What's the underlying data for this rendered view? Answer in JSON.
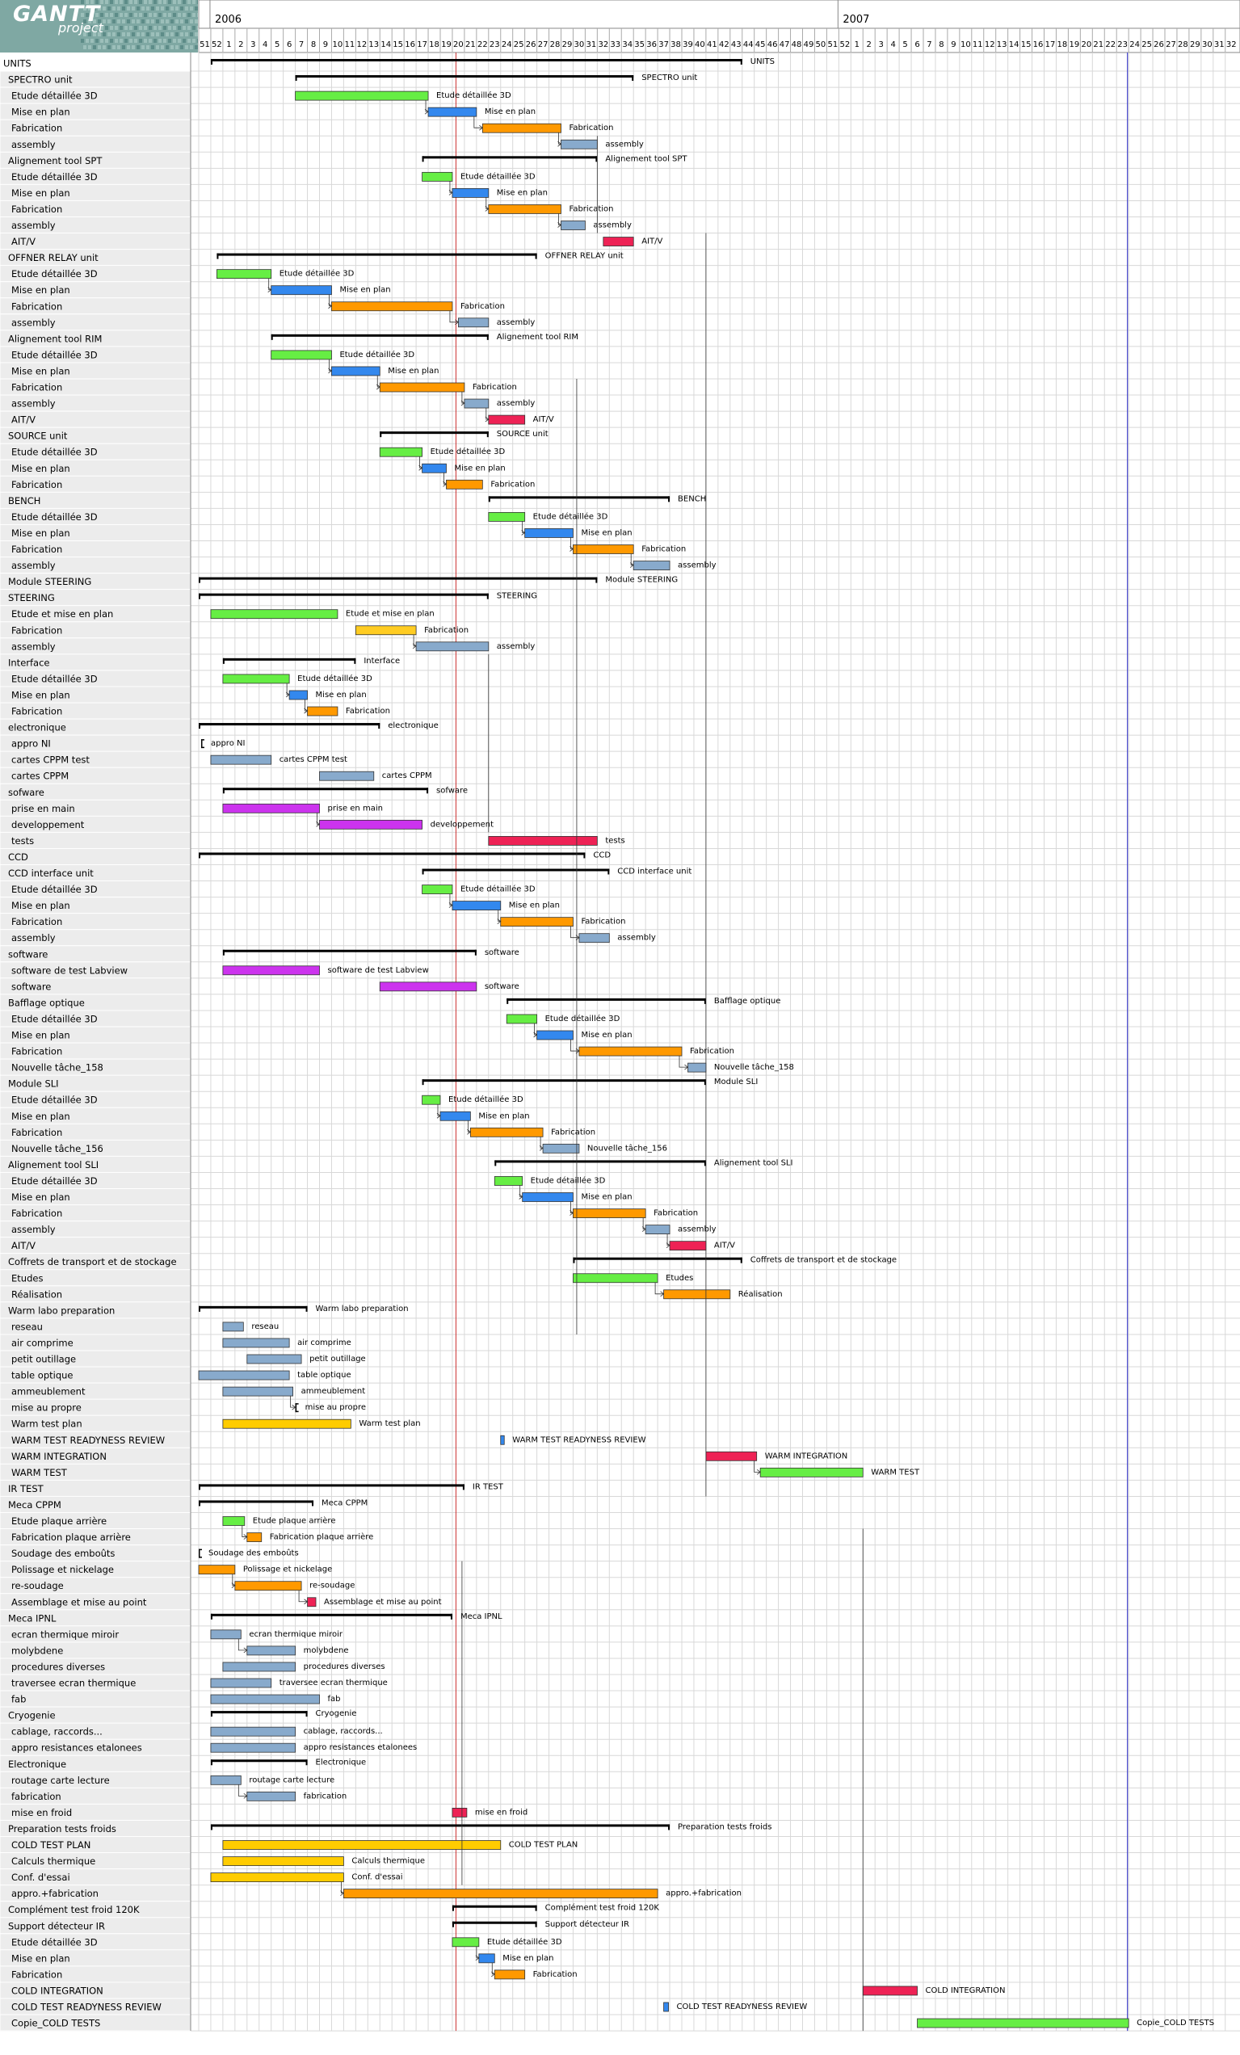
{
  "app": {
    "logo_text": "GANTT",
    "logo_sub": "project"
  },
  "timeline": {
    "years": [
      {
        "label": "2006",
        "week": 1
      },
      {
        "label": "2007",
        "week": 53
      }
    ],
    "week_labels": [
      "51",
      "52",
      "1",
      "2",
      "3",
      "4",
      "5",
      "6",
      "7",
      "8",
      "9",
      "10",
      "11",
      "12",
      "13",
      "14",
      "15",
      "16",
      "17",
      "18",
      "19",
      "20",
      "21",
      "22",
      "23",
      "24",
      "25",
      "26",
      "27",
      "28",
      "29",
      "30",
      "31",
      "32",
      "33",
      "34",
      "35",
      "36",
      "37",
      "38",
      "39",
      "40",
      "41",
      "42",
      "43",
      "44",
      "45",
      "46",
      "47",
      "48",
      "49",
      "50",
      "51",
      "52",
      "1",
      "2",
      "3",
      "4",
      "5",
      "6",
      "7",
      "8",
      "9",
      "10",
      "11",
      "12",
      "13",
      "14",
      "15",
      "16",
      "17",
      "18",
      "19",
      "20",
      "21",
      "22",
      "23",
      "24",
      "25",
      "26",
      "27",
      "28",
      "29",
      "30",
      "31",
      "32"
    ],
    "today_week": 21.3,
    "milestone_week": 76.9
  },
  "colors": {
    "etude": "#66ee44",
    "plan": "#3388ee",
    "fab": "#ff9900",
    "assembly": "#88aacc",
    "aitv": "#ee2255",
    "steering_fab": "#ffcc22",
    "software": "#cc33ee",
    "plan_test": "#ffcc00",
    "summary": "#000000",
    "gridline": "#d8d8d8",
    "today_line": "#cc3333",
    "milestone_line": "#4444cc",
    "selected_row": "#ffffff",
    "row_bg": "#ececec"
  },
  "rows": [
    {
      "label": "UNITS",
      "bar_label": "UNITS",
      "type": "summary",
      "start": 1,
      "end": 45
    },
    {
      "label": "SPECTRO unit",
      "bar_label": "SPECTRO unit",
      "type": "summary",
      "start": 8,
      "end": 36
    },
    {
      "label": "Etude détaillée 3D",
      "bar_label": "Etude détaillée 3D",
      "type": "etude",
      "start": 8,
      "end": 19
    },
    {
      "label": "Mise en plan",
      "bar_label": "Mise en plan",
      "type": "plan",
      "start": 19,
      "end": 23
    },
    {
      "label": "Fabrication",
      "bar_label": "Fabrication",
      "type": "fab",
      "start": 23.5,
      "end": 30
    },
    {
      "label": "assembly",
      "bar_label": "assembly",
      "type": "assembly",
      "start": 30,
      "end": 33
    },
    {
      "label": "Alignement tool SPT",
      "bar_label": "Alignement tool SPT",
      "type": "summary",
      "start": 18.5,
      "end": 33
    },
    {
      "label": "Etude détaillée 3D",
      "bar_label": "Etude détaillée 3D",
      "type": "etude",
      "start": 18.5,
      "end": 21
    },
    {
      "label": "Mise en plan",
      "bar_label": "Mise en plan",
      "type": "plan",
      "start": 21,
      "end": 24
    },
    {
      "label": "Fabrication",
      "bar_label": "Fabrication",
      "type": "fab",
      "start": 24,
      "end": 30
    },
    {
      "label": "assembly",
      "bar_label": "assembly",
      "type": "assembly",
      "start": 30,
      "end": 32
    },
    {
      "label": "AIT/V",
      "bar_label": "AIT/V",
      "type": "aitv",
      "start": 33.5,
      "end": 36
    },
    {
      "label": "OFFNER RELAY unit",
      "bar_label": "OFFNER RELAY unit",
      "type": "summary",
      "start": 1.5,
      "end": 28
    },
    {
      "label": "Etude détaillée 3D",
      "bar_label": "Etude détaillée 3D",
      "type": "etude",
      "start": 1.5,
      "end": 6
    },
    {
      "label": "Mise en plan",
      "bar_label": "Mise en plan",
      "type": "plan",
      "start": 6,
      "end": 11
    },
    {
      "label": "Fabrication",
      "bar_label": "Fabrication",
      "type": "fab",
      "start": 11,
      "end": 21
    },
    {
      "label": "assembly",
      "bar_label": "assembly",
      "type": "assembly",
      "start": 21.5,
      "end": 24
    },
    {
      "label": "Alignement tool RIM",
      "bar_label": "Alignement tool RIM",
      "type": "summary",
      "start": 6,
      "end": 24
    },
    {
      "label": "Etude détaillée 3D",
      "bar_label": "Etude détaillée 3D",
      "type": "etude",
      "start": 6,
      "end": 11
    },
    {
      "label": "Mise en plan",
      "bar_label": "Mise en plan",
      "type": "plan",
      "start": 11,
      "end": 15
    },
    {
      "label": "Fabrication",
      "bar_label": "Fabrication",
      "type": "fab",
      "start": 15,
      "end": 22
    },
    {
      "label": "assembly",
      "bar_label": "assembly",
      "type": "assembly",
      "start": 22,
      "end": 24
    },
    {
      "label": "AIT/V",
      "bar_label": "AIT/V",
      "type": "aitv",
      "start": 24,
      "end": 27
    },
    {
      "label": "SOURCE unit",
      "bar_label": "SOURCE unit",
      "type": "summary",
      "start": 15,
      "end": 24
    },
    {
      "label": "Etude détaillée 3D",
      "bar_label": "Etude détaillée 3D",
      "type": "etude",
      "start": 15,
      "end": 18.5
    },
    {
      "label": "Mise en plan",
      "bar_label": "Mise en plan",
      "type": "plan",
      "start": 18.5,
      "end": 20.5
    },
    {
      "label": "Fabrication",
      "bar_label": "Fabrication",
      "type": "fab",
      "start": 20.5,
      "end": 23.5
    },
    {
      "label": "BENCH",
      "bar_label": "BENCH",
      "type": "summary",
      "start": 24,
      "end": 39
    },
    {
      "label": "Etude détaillée 3D",
      "bar_label": "Etude détaillée 3D",
      "type": "etude",
      "start": 24,
      "end": 27
    },
    {
      "label": "Mise en plan",
      "bar_label": "Mise en plan",
      "type": "plan",
      "start": 27,
      "end": 31
    },
    {
      "label": "Fabrication",
      "bar_label": "Fabrication",
      "type": "fab",
      "start": 31,
      "end": 36
    },
    {
      "label": "assembly",
      "bar_label": "assembly",
      "type": "assembly",
      "start": 36,
      "end": 39
    },
    {
      "label": "Module STEERING",
      "bar_label": "Module STEERING",
      "type": "summary",
      "start": 0,
      "end": 33
    },
    {
      "label": "STEERING",
      "bar_label": "STEERING",
      "type": "summary",
      "start": 0,
      "end": 24
    },
    {
      "label": "Etude et mise en plan",
      "bar_label": "Etude et mise en plan",
      "type": "etude",
      "start": 1,
      "end": 11.5
    },
    {
      "label": "Fabrication",
      "bar_label": "Fabrication",
      "type": "steering_fab",
      "start": 13,
      "end": 18
    },
    {
      "label": "assembly",
      "bar_label": "assembly",
      "type": "assembly",
      "start": 18,
      "end": 24
    },
    {
      "label": "Interface",
      "bar_label": "Interface",
      "type": "summary",
      "start": 2,
      "end": 13
    },
    {
      "label": "Etude détaillée 3D",
      "bar_label": "Etude détaillée 3D",
      "type": "etude",
      "start": 2,
      "end": 7.5
    },
    {
      "label": "Mise en plan",
      "bar_label": "Mise en plan",
      "type": "plan",
      "start": 7.5,
      "end": 9
    },
    {
      "label": "Fabrication",
      "bar_label": "Fabrication",
      "type": "fab",
      "start": 9,
      "end": 11.5
    },
    {
      "label": "electronique",
      "bar_label": "electronique",
      "type": "summary",
      "start": 0,
      "end": 15
    },
    {
      "label": "appro NI",
      "bar_label": "appro NI",
      "type": "milestone_bracket",
      "start": 0.2,
      "end": 0.4
    },
    {
      "label": "cartes CPPM test",
      "bar_label": "cartes CPPM test",
      "type": "assembly",
      "start": 1,
      "end": 6
    },
    {
      "label": "cartes CPPM",
      "bar_label": "cartes CPPM",
      "type": "assembly",
      "start": 10,
      "end": 14.5
    },
    {
      "label": "sofware",
      "bar_label": "sofware",
      "type": "summary",
      "start": 2,
      "end": 19
    },
    {
      "label": "prise en main",
      "bar_label": "prise en main",
      "type": "software",
      "start": 2,
      "end": 10
    },
    {
      "label": "developpement",
      "bar_label": "developpement",
      "type": "software",
      "start": 10,
      "end": 18.5
    },
    {
      "label": "tests",
      "bar_label": "tests",
      "type": "aitv",
      "start": 24,
      "end": 33
    },
    {
      "label": "CCD",
      "bar_label": "CCD",
      "type": "summary",
      "start": 0,
      "end": 32
    },
    {
      "label": "CCD interface unit",
      "bar_label": "CCD interface unit",
      "type": "summary",
      "start": 18.5,
      "end": 34
    },
    {
      "label": "Etude détaillée 3D",
      "bar_label": "Etude détaillée 3D",
      "type": "etude",
      "start": 18.5,
      "end": 21
    },
    {
      "label": "Mise en plan",
      "bar_label": "Mise en plan",
      "type": "plan",
      "start": 21,
      "end": 25
    },
    {
      "label": "Fabrication",
      "bar_label": "Fabrication",
      "type": "fab",
      "start": 25,
      "end": 31
    },
    {
      "label": "assembly",
      "bar_label": "assembly",
      "type": "assembly",
      "start": 31.5,
      "end": 34
    },
    {
      "label": "software",
      "bar_label": "software",
      "type": "summary",
      "start": 2,
      "end": 23
    },
    {
      "label": "software de test Labview",
      "bar_label": "software de test Labview",
      "type": "software",
      "start": 2,
      "end": 10
    },
    {
      "label": "software",
      "bar_label": "software",
      "type": "software",
      "start": 15,
      "end": 23
    },
    {
      "label": "Bafflage optique",
      "bar_label": "Bafflage optique",
      "type": "summary",
      "start": 25.5,
      "end": 42
    },
    {
      "label": "Etude détaillée 3D",
      "bar_label": "Etude détaillée 3D",
      "type": "etude",
      "start": 25.5,
      "end": 28
    },
    {
      "label": "Mise en plan",
      "bar_label": "Mise en plan",
      "type": "plan",
      "start": 28,
      "end": 31
    },
    {
      "label": "Fabrication",
      "bar_label": "Fabrication",
      "type": "fab",
      "start": 31.5,
      "end": 40
    },
    {
      "label": "Nouvelle tâche_158",
      "bar_label": "Nouvelle tâche_158",
      "type": "assembly",
      "start": 40.5,
      "end": 42
    },
    {
      "label": "Module SLI",
      "bar_label": "Module SLI",
      "type": "summary",
      "start": 18.5,
      "end": 42
    },
    {
      "label": "Etude détaillée 3D",
      "bar_label": "Etude détaillée 3D",
      "type": "etude",
      "start": 18.5,
      "end": 20
    },
    {
      "label": "Mise en plan",
      "bar_label": "Mise en plan",
      "type": "plan",
      "start": 20,
      "end": 22.5
    },
    {
      "label": "Fabrication",
      "bar_label": "Fabrication",
      "type": "fab",
      "start": 22.5,
      "end": 28.5
    },
    {
      "label": "Nouvelle tâche_156",
      "bar_label": "Nouvelle tâche_156",
      "type": "assembly",
      "start": 28.5,
      "end": 31.5
    },
    {
      "label": "Alignement tool SLI",
      "bar_label": "Alignement tool SLI",
      "type": "summary",
      "start": 24.5,
      "end": 42
    },
    {
      "label": "Etude détaillée 3D",
      "bar_label": "Etude détaillée 3D",
      "type": "etude",
      "start": 24.5,
      "end": 26.8
    },
    {
      "label": "Mise en plan",
      "bar_label": "Mise en plan",
      "type": "plan",
      "start": 26.8,
      "end": 31
    },
    {
      "label": "Fabrication",
      "bar_label": "Fabrication",
      "type": "fab",
      "start": 31,
      "end": 37
    },
    {
      "label": "assembly",
      "bar_label": "assembly",
      "type": "assembly",
      "start": 37,
      "end": 39
    },
    {
      "label": "AIT/V",
      "bar_label": "AIT/V",
      "type": "aitv",
      "start": 39,
      "end": 42
    },
    {
      "label": "Coffrets de transport et de stockage",
      "bar_label": "Coffrets de transport et de stockage",
      "type": "summary",
      "start": 31,
      "end": 45
    },
    {
      "label": "Etudes",
      "bar_label": "Etudes",
      "type": "etude",
      "start": 31,
      "end": 38
    },
    {
      "label": "Réalisation",
      "bar_label": "Réalisation",
      "type": "fab",
      "start": 38.5,
      "end": 44
    },
    {
      "label": "Warm labo preparation",
      "bar_label": "Warm labo preparation",
      "type": "summary",
      "start": 0,
      "end": 9
    },
    {
      "label": "reseau",
      "bar_label": "reseau",
      "type": "assembly",
      "start": 2,
      "end": 3.7
    },
    {
      "label": "air comprime",
      "bar_label": "air comprime",
      "type": "assembly",
      "start": 2,
      "end": 7.5
    },
    {
      "label": "petit outillage",
      "bar_label": "petit outillage",
      "type": "assembly",
      "start": 4,
      "end": 8.5
    },
    {
      "label": "table optique",
      "bar_label": "table optique",
      "type": "assembly",
      "start": 0,
      "end": 7.5
    },
    {
      "label": "ammeublement",
      "bar_label": "ammeublement",
      "type": "assembly",
      "start": 2,
      "end": 7.8
    },
    {
      "label": "mise au propre",
      "bar_label": "mise au propre",
      "type": "milestone_bracket",
      "start": 8,
      "end": 8.2
    },
    {
      "label": "Warm test plan",
      "bar_label": "Warm test plan",
      "type": "plan_test",
      "start": 2,
      "end": 12.6
    },
    {
      "label": "WARM TEST READYNESS REVIEW",
      "bar_label": "WARM TEST READYNESS REVIEW",
      "type": "plan",
      "start": 25,
      "end": 25.3
    },
    {
      "label": "WARM INTEGRATION",
      "bar_label": "WARM INTEGRATION",
      "type": "aitv",
      "start": 42,
      "end": 46.2
    },
    {
      "label": "WARM TEST",
      "bar_label": "WARM TEST",
      "type": "etude",
      "start": 46.5,
      "end": 55
    },
    {
      "label": "IR TEST",
      "bar_label": "IR TEST",
      "type": "summary",
      "start": 0,
      "end": 22
    },
    {
      "label": "Meca CPPM",
      "bar_label": "Meca CPPM",
      "type": "summary",
      "start": 0,
      "end": 9.5
    },
    {
      "label": "Etude plaque arrière",
      "bar_label": "Etude plaque arrière",
      "type": "etude",
      "start": 2,
      "end": 3.8
    },
    {
      "label": "Fabrication plaque arrière",
      "bar_label": "Fabrication plaque arrière",
      "type": "fab",
      "start": 4,
      "end": 5.2
    },
    {
      "label": "Soudage des emboûts",
      "bar_label": "Soudage des emboûts",
      "type": "milestone_bracket",
      "start": 0,
      "end": 0.2
    },
    {
      "label": "Polissage et nickelage",
      "bar_label": "Polissage et nickelage",
      "type": "fab",
      "start": 0,
      "end": 3
    },
    {
      "label": "re-soudage",
      "bar_label": "re-soudage",
      "type": "fab",
      "start": 3,
      "end": 8.5
    },
    {
      "label": "Assemblage et mise au point",
      "bar_label": "Assemblage et mise au point",
      "type": "aitv",
      "start": 9,
      "end": 9.7
    },
    {
      "label": "Meca IPNL",
      "bar_label": "Meca IPNL",
      "type": "summary",
      "start": 1,
      "end": 21
    },
    {
      "label": "ecran thermique miroir",
      "bar_label": "ecran thermique miroir",
      "type": "assembly",
      "start": 1,
      "end": 3.5
    },
    {
      "label": "molybdene",
      "bar_label": "molybdene",
      "type": "assembly",
      "start": 4,
      "end": 8
    },
    {
      "label": "procedures diverses",
      "bar_label": "procedures diverses",
      "type": "assembly",
      "start": 2,
      "end": 8
    },
    {
      "label": "traversee ecran thermique",
      "bar_label": "traversee ecran thermique",
      "type": "assembly",
      "start": 1,
      "end": 6
    },
    {
      "label": "fab",
      "bar_label": "fab",
      "type": "assembly",
      "start": 1,
      "end": 10
    },
    {
      "label": "Cryogenie",
      "bar_label": "Cryogenie",
      "type": "summary",
      "start": 1,
      "end": 9
    },
    {
      "label": "cablage, raccords...",
      "bar_label": "cablage, raccords...",
      "type": "assembly",
      "start": 1,
      "end": 8
    },
    {
      "label": "appro resistances etalonees",
      "bar_label": "appro resistances etalonees",
      "type": "assembly",
      "start": 1,
      "end": 8
    },
    {
      "label": "Electronique",
      "bar_label": "Electronique",
      "type": "summary",
      "start": 1,
      "end": 9
    },
    {
      "label": "routage carte lecture",
      "bar_label": "routage carte lecture",
      "type": "assembly",
      "start": 1,
      "end": 3.5
    },
    {
      "label": "fabrication",
      "bar_label": "fabrication",
      "type": "assembly",
      "start": 4,
      "end": 8
    },
    {
      "label": "mise en froid",
      "bar_label": "mise en froid",
      "type": "aitv",
      "start": 21,
      "end": 22.2
    },
    {
      "label": "Preparation tests froids",
      "bar_label": "Preparation tests froids",
      "type": "summary",
      "start": 1,
      "end": 39
    },
    {
      "label": "COLD TEST PLAN",
      "bar_label": "COLD TEST PLAN",
      "type": "plan_test",
      "start": 2,
      "end": 25
    },
    {
      "label": "Calculs thermique",
      "bar_label": "Calculs thermique",
      "type": "plan_test",
      "start": 2,
      "end": 12
    },
    {
      "label": "Conf. d'essai",
      "bar_label": "Conf. d'essai",
      "type": "plan_test",
      "start": 1,
      "end": 12
    },
    {
      "label": "appro.+fabrication",
      "bar_label": "appro.+fabrication",
      "type": "fab",
      "start": 12,
      "end": 38
    },
    {
      "label": "Complément test froid 120K",
      "bar_label": "Complément test froid 120K",
      "type": "summary",
      "start": 21,
      "end": 28
    },
    {
      "label": "Support détecteur IR",
      "bar_label": "Support détecteur IR",
      "type": "summary",
      "start": 21,
      "end": 28
    },
    {
      "label": "Etude détaillée 3D",
      "bar_label": "Etude détaillée 3D",
      "type": "etude",
      "start": 21,
      "end": 23.2
    },
    {
      "label": "Mise en plan",
      "bar_label": "Mise en plan",
      "type": "plan",
      "start": 23.2,
      "end": 24.5
    },
    {
      "label": "Fabrication",
      "bar_label": "Fabrication",
      "type": "fab",
      "start": 24.5,
      "end": 27
    },
    {
      "label": "COLD INTEGRATION",
      "bar_label": "COLD INTEGRATION",
      "type": "aitv",
      "start": 55,
      "end": 59.5
    },
    {
      "label": "COLD TEST READYNESS REVIEW",
      "bar_label": "COLD TEST READYNESS REVIEW",
      "type": "plan",
      "start": 38.5,
      "end": 38.9
    },
    {
      "label": "Copie_COLD TESTS",
      "bar_label": "Copie_COLD TESTS",
      "type": "etude",
      "start": 59.5,
      "end": 77
    }
  ]
}
